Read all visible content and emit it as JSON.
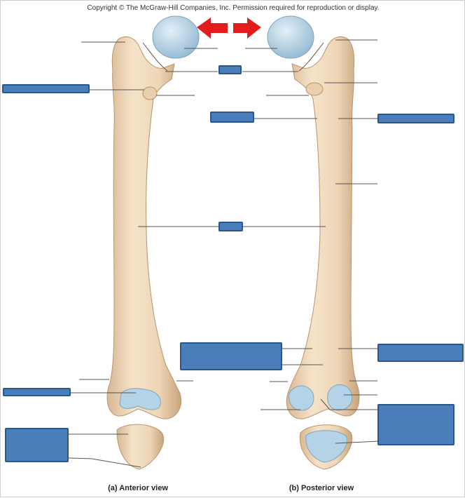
{
  "copyright": "Copyright © The McGraw-Hill Companies, Inc. Permission required for reproduction or display.",
  "captions": {
    "anterior": "(a) Anterior view",
    "posterior": "(b) Posterior view"
  },
  "colors": {
    "bone": "#f1dcc0",
    "bone_shadow": "#d9b995",
    "cartilage": "#b5d3e6",
    "label_box": "#4a7ebb",
    "arrow": "#e31b1b"
  }
}
